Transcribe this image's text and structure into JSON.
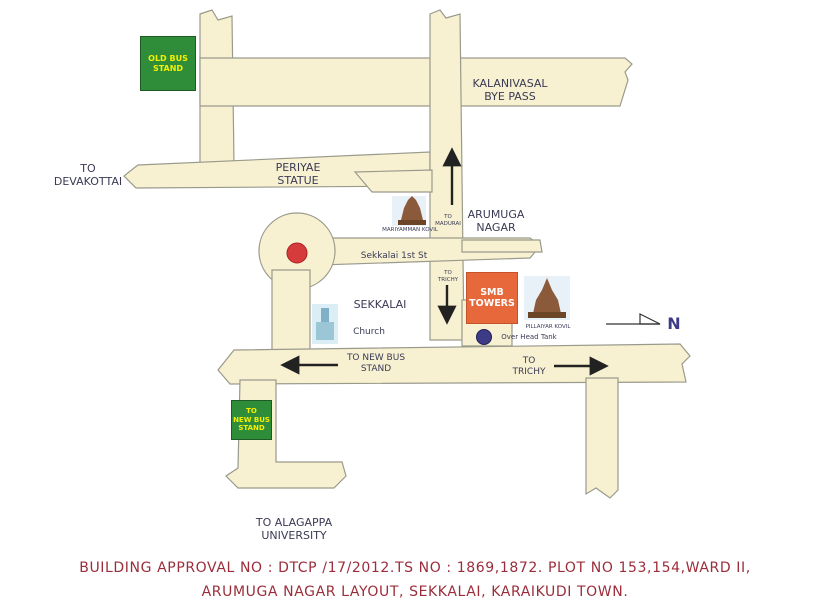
{
  "labels": {
    "old_bus_stand": "OLD BUS\nSTAND",
    "kalanivasal_line1": "KALANIVASAL",
    "kalanivasal_line2": "BYE PASS",
    "to_devakottai_line1": "TO",
    "to_devakottai_line2": "DEVAKOTTAI",
    "periyae_line1": "PERIYAE",
    "periyae_line2": "STATUE",
    "mariyamman_kovil": "MARIYAMMAN KOVIL",
    "to_madurai_line1": "TO",
    "to_madurai_line2": "MADURAI",
    "arumuga_line1": "ARUMUGA",
    "arumuga_line2": "NAGAR",
    "sekkalai_1st_st": "Sekkalai 1st St",
    "to_trichy_small_line1": "TO",
    "to_trichy_small_line2": "TRICHY",
    "smb_towers": "SMB\nTOWERS",
    "pillaiyar_kovil": "PILLAIYAR KOVIL",
    "over_head_tank": "Over Head Tank",
    "north": "N",
    "sekkalai": "SEKKALAI",
    "church": "Church",
    "to_new_bus_stand_line1": "TO NEW BUS",
    "to_new_bus_stand_line2": "STAND",
    "to_trichy_line1": "TO",
    "to_trichy_line2": "TRICHY",
    "to_new_bus_stand_box": "TO\nNEW BUS\nSTAND",
    "to_alagappa_line1": "TO ALAGAPPA",
    "to_alagappa_line2": "UNIVERSITY"
  },
  "footer": {
    "line1": "BUILDING APPROVAL NO :  DTCP /17/2012.TS NO : 1869,1872. PLOT NO 153,154,WARD II,",
    "line2": "ARUMUGA NAGAR LAYOUT, SEKKALAI, KARAIKUDI TOWN."
  },
  "colors": {
    "road_fill": "#f7f1d2",
    "road_stroke": "#9a9a8c",
    "green_box": "#2f8d3a",
    "green_text": "#f5f000",
    "orange_box": "#e6683b",
    "marker_red": "#d63b3b",
    "marker_blue": "#3d3b86",
    "footer_text": "#9b2d3a",
    "label_text": "#3a3a55"
  },
  "icons": {
    "roundabout_marker": "red-circle",
    "tank_marker": "blue-circle",
    "temples": "temple-icon",
    "church": "church-icon"
  }
}
